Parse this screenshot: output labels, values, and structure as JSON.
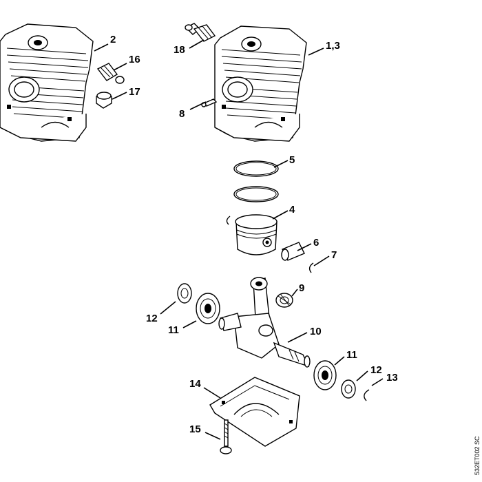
{
  "reference_code": "532ET002 SC",
  "callouts": {
    "c2": "2",
    "c16": "16",
    "c17": "17",
    "c18": "18",
    "c1_3": "1,3",
    "c8": "8",
    "c5": "5",
    "c4": "4",
    "c6": "6",
    "c7": "7",
    "c9": "9",
    "c12a": "12",
    "c11a": "11",
    "c10": "10",
    "c11b": "11",
    "c12b": "12",
    "c13": "13",
    "c14": "14",
    "c15": "15"
  }
}
